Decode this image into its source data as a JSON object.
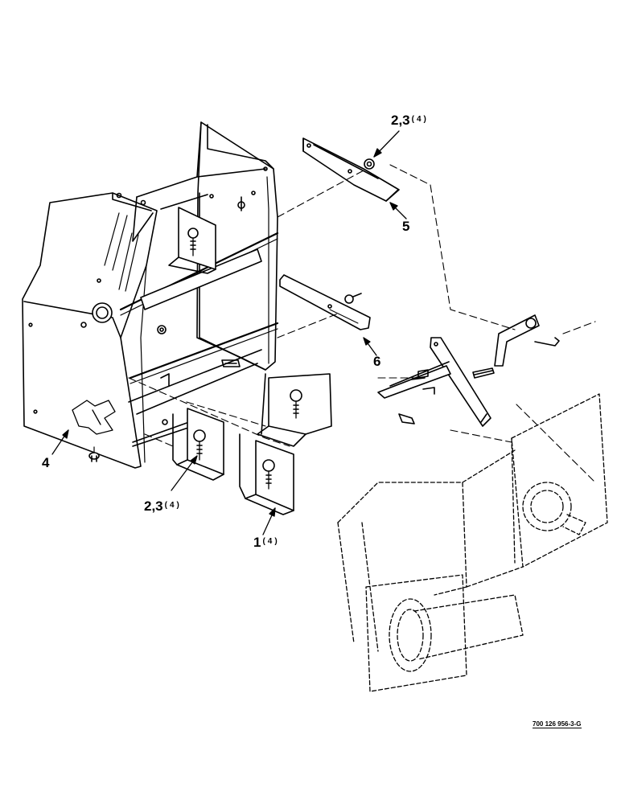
{
  "callouts": {
    "c23_top": {
      "num": "2,3",
      "qty": "(4)"
    },
    "c5": {
      "num": "5"
    },
    "c6": {
      "num": "6"
    },
    "c4": {
      "num": "4"
    },
    "c23_bottom": {
      "num": "2,3",
      "qty": "(4)"
    },
    "c1": {
      "num": "1",
      "qty": "(4)"
    }
  },
  "document_number": "700 126 956-3-G"
}
